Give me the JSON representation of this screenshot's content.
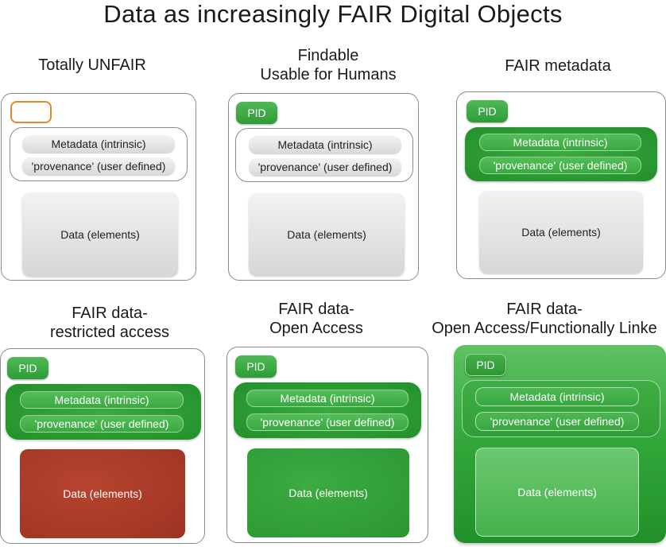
{
  "title": "Data as increasingly FAIR Digital Objects",
  "labels": {
    "pid": "PID",
    "metadata": "Metadata (intrinsic)",
    "provenance": "'provenance' (user defined)",
    "data": "Data (elements)"
  },
  "panels": [
    {
      "title_lines": [
        "Totally UNFAIR"
      ]
    },
    {
      "title_lines": [
        "Findable",
        "Usable for Humans"
      ]
    },
    {
      "title_lines": [
        "FAIR metadata"
      ]
    },
    {
      "title_lines": [
        "FAIR data-",
        "restricted access"
      ]
    },
    {
      "title_lines": [
        "FAIR data-",
        "Open Access"
      ]
    },
    {
      "title_lines": [
        "FAIR data-",
        "Open Access/Functionally Linke"
      ]
    }
  ],
  "colors": {
    "green": "#2e9d36",
    "red": "#a63a27",
    "orange_outline": "#e08a2c",
    "grey": "#d9d9d9"
  }
}
